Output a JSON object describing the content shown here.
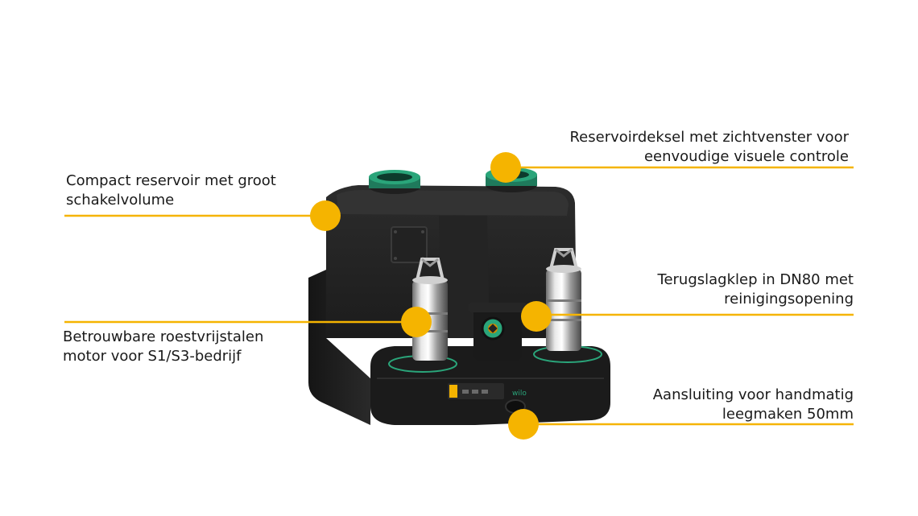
{
  "accent_color": "#f5b400",
  "callouts": [
    {
      "line1": "Compact reservoir met groot",
      "line2": "schakelvolume"
    },
    {
      "line1": "Reservoirdeksel met zichtvenster voor",
      "line2": "eenvoudige visuele controle"
    },
    {
      "line1": "Terugslagklep in DN80 met",
      "line2": "reinigingsopening"
    },
    {
      "line1": "Betrouwbare roestvrijstalen",
      "line2": "motor voor S1/S3-bedrijf"
    },
    {
      "line1": "Aansluiting voor handmatig",
      "line2": "leegmaken 50mm"
    }
  ],
  "product": {
    "brand_label": "wilo"
  }
}
